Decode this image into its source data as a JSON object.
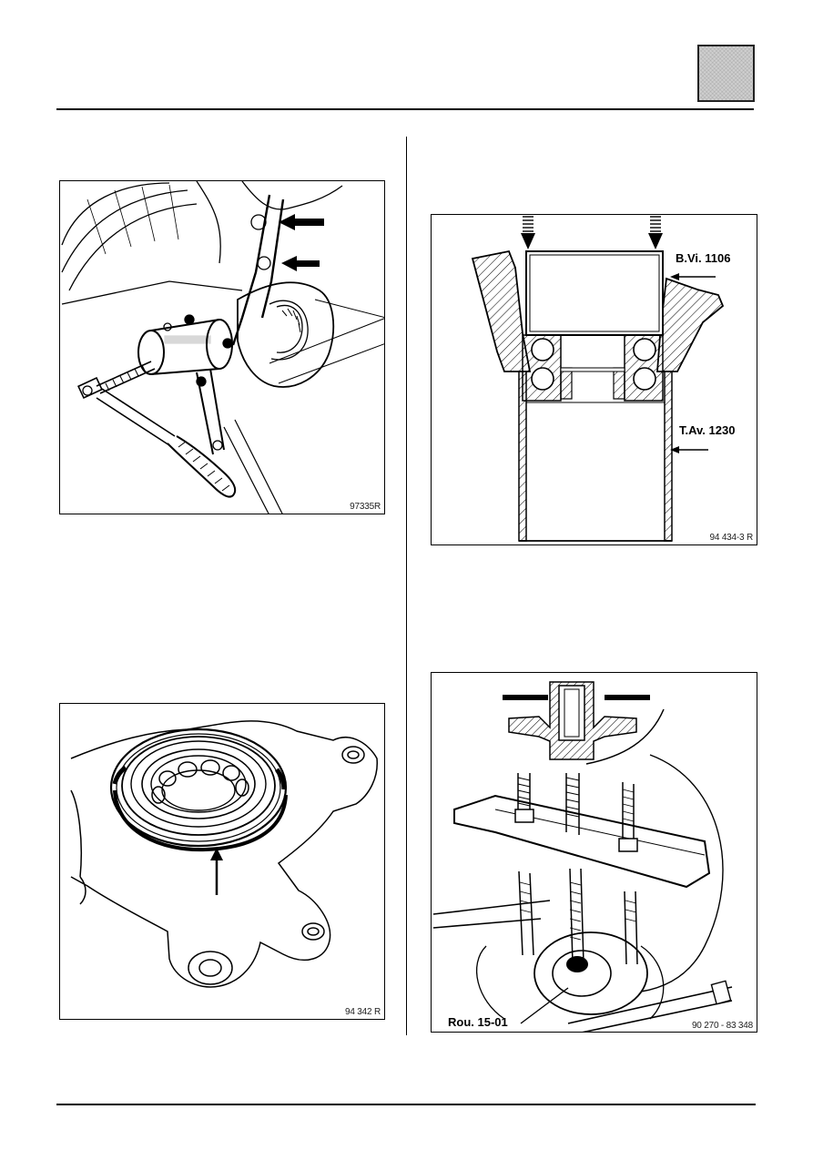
{
  "figures": {
    "fig1": {
      "caption": "97335R"
    },
    "fig2": {
      "caption": "94 434-3 R",
      "label_top": "B.Vi. 1106",
      "label_bottom": "T.Av. 1230"
    },
    "fig3": {
      "caption": "94 342 R"
    },
    "fig4": {
      "caption": "90 270 - 83 348",
      "label": "Rou. 15-01"
    }
  },
  "colors": {
    "ink": "#000000",
    "paper": "#ffffff",
    "thumb_fill": "#cfcfcf"
  }
}
